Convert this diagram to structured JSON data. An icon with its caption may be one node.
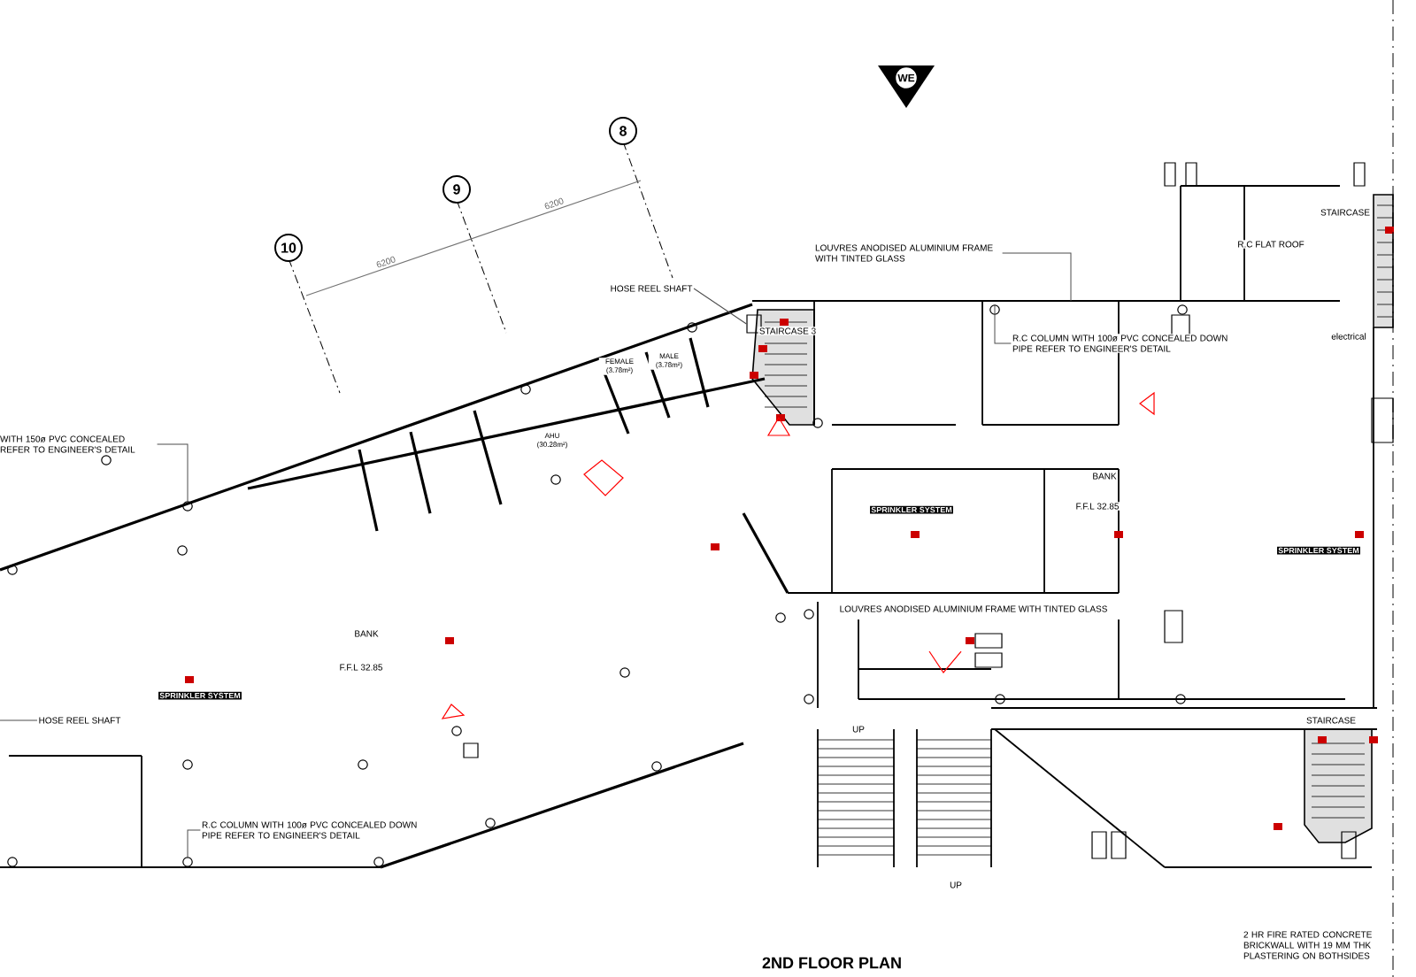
{
  "diagram": {
    "title": "2ND FLOOR PLAN",
    "nodes": [
      {
        "text": [
          "HOSE REEL SHAFT"
        ]
      },
      {
        "text": [],
        "shape": "box"
      },
      {
        "text": [
          "LOUVRES ANODISED ALUMINIUM FRAME WITH TINTED GLASS"
        ]
      },
      {
        "text": [
          "R.C COLUMN WITH 100ø PVC CONCEALED DOWN PIPE REFER TO ENGINEER'S DETAIL"
        ]
      },
      {
        "text": [],
        "shape": "circle"
      },
      {
        "text": [
          "WITH 150ø PVC CONCEALED REFER TO ENGINEER'S DETAIL"
        ]
      },
      {
        "text": [],
        "shape": "circle"
      },
      {
        "text": [
          "HOSE REEL SHAFT"
        ]
      },
      {
        "text": [
          "R.C COLUMN WITH 100ø PVC CONCEALED DOWN PIPE REFER TO ENGINEER'S DETAIL"
        ]
      },
      {
        "text": [],
        "shape": "circle"
      }
    ],
    "edges": [
      {
        "from": 0,
        "to": 1,
        "arrow": "none"
      },
      {
        "from": 2,
        "to": null,
        "arrow": "none"
      },
      {
        "from": 3,
        "to": 4,
        "arrow": "none"
      },
      {
        "from": 5,
        "to": 6,
        "arrow": "none"
      },
      {
        "from": 7,
        "to": null,
        "arrow": "none"
      },
      {
        "from": 8,
        "to": 9,
        "arrow": "none"
      }
    ],
    "labels": [
      "WE",
      "10",
      "9",
      "8",
      "6200",
      "6200",
      "FEMALE (3.78m²)",
      "MALE (3.78m²)",
      "AHU (30.28m²)",
      "BANK",
      "F.F.L 32.85",
      "SPRINKLER SYSTEM",
      "STAIRCASE 3",
      "R.C FLAT ROOF",
      "SPRINKLER SYSTEM",
      "BANK",
      "F.F.L 32.85",
      "SPRINKLER SYSTEM",
      "STAIRCASE",
      "electrical",
      "UP",
      "UP",
      "STAIRCASE",
      "2 HR FIRE RATED CONCRETE BRICKWALL WITH 19 MM THK PLASTERING ON BOTHSIDES",
      "LOUVRES ANODISED ALUMINIUM FRAME WITH TINTED GLASS"
    ]
  }
}
